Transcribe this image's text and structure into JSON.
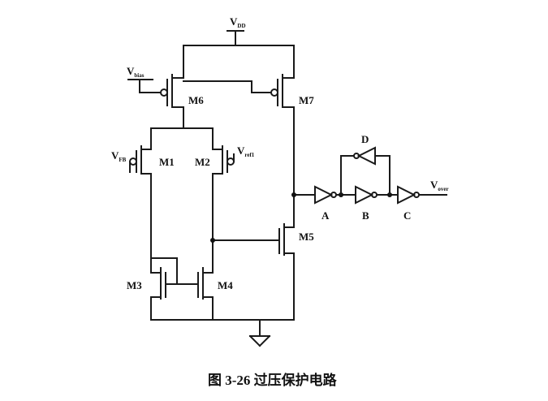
{
  "power": {
    "vdd": "V",
    "vdd_sub": "DD"
  },
  "inputs": {
    "vbias": "V",
    "vbias_sub": "bias",
    "vfb": "V",
    "vfb_sub": "FB",
    "vref": "V",
    "vref_sub": "ref1"
  },
  "output": {
    "vover": "V",
    "vover_sub": "over"
  },
  "transistors": {
    "m1": "M1",
    "m2": "M2",
    "m3": "M3",
    "m4": "M4",
    "m5": "M5",
    "m6": "M6",
    "m7": "M7"
  },
  "inverters": {
    "a": "A",
    "b": "B",
    "c": "C",
    "d": "D"
  },
  "caption": "图 3-26  过压保护电路"
}
